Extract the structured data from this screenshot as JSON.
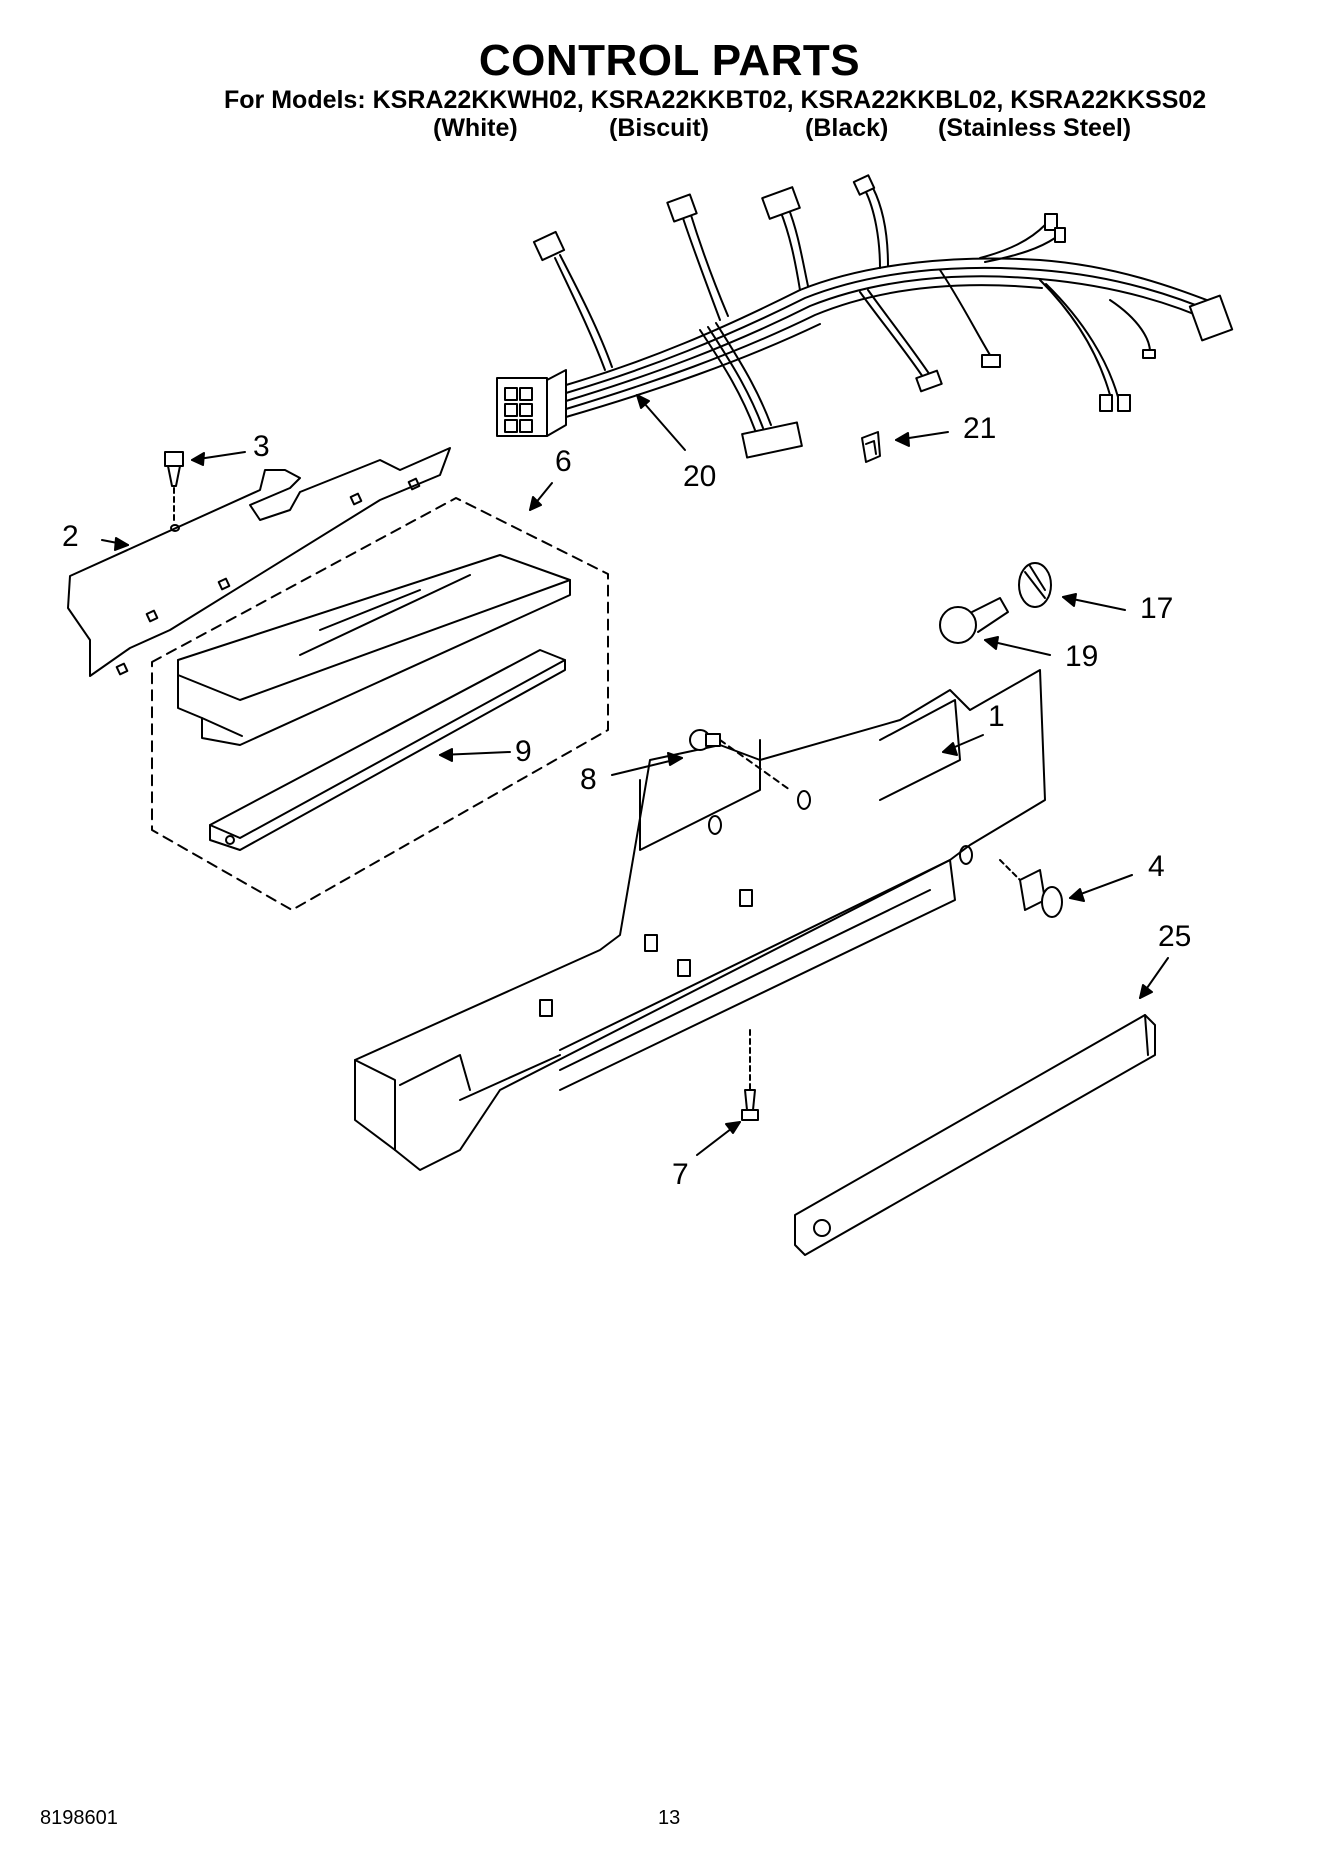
{
  "header": {
    "title": "CONTROL PARTS",
    "models_line": "For Models: KSRA22KKWH02, KSRA22KKBT02, KSRA22KKBL02, KSRA22KKSS02",
    "variants": [
      "(White)",
      "(Biscuit)",
      "(Black)",
      "(Stainless Steel)"
    ]
  },
  "callouts": [
    "3",
    "2",
    "6",
    "20",
    "21",
    "17",
    "19",
    "1",
    "8",
    "9",
    "4",
    "25",
    "7"
  ],
  "footer": {
    "doc_number": "8198601",
    "page_number": "13"
  }
}
